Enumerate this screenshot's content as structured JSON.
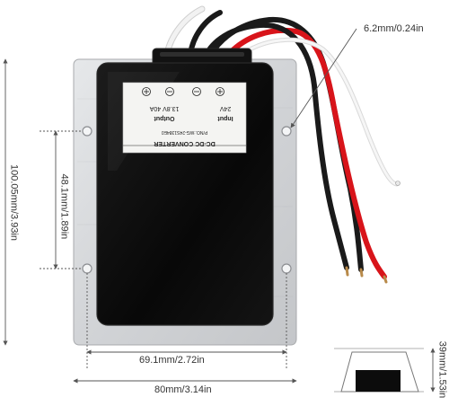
{
  "dimensions": {
    "width_total": "80mm/3.14in",
    "width_holes": "69.1mm/2.72in",
    "height_total": "100.05mm/3.93in",
    "height_holes": "48.1mm/1.89in",
    "hole_diameter": "6.2mm/0.24in",
    "depth": "39mm/1.53in"
  },
  "label": {
    "title": "DC-DC CONVERTER",
    "part_number": "P/NO.:WG-24S1384E0",
    "input_label": "Input",
    "output_label": "Output",
    "input_voltage": "24V",
    "output_rating": "13.8V 40A"
  },
  "colors": {
    "background": "#ffffff",
    "aluminum": "#d4d6d8",
    "body": "#0c0c0c",
    "wire_red": "#d8141a",
    "wire_black": "#1a1a1a",
    "wire_white": "#f2f2f2",
    "dim_line": "#555555"
  }
}
